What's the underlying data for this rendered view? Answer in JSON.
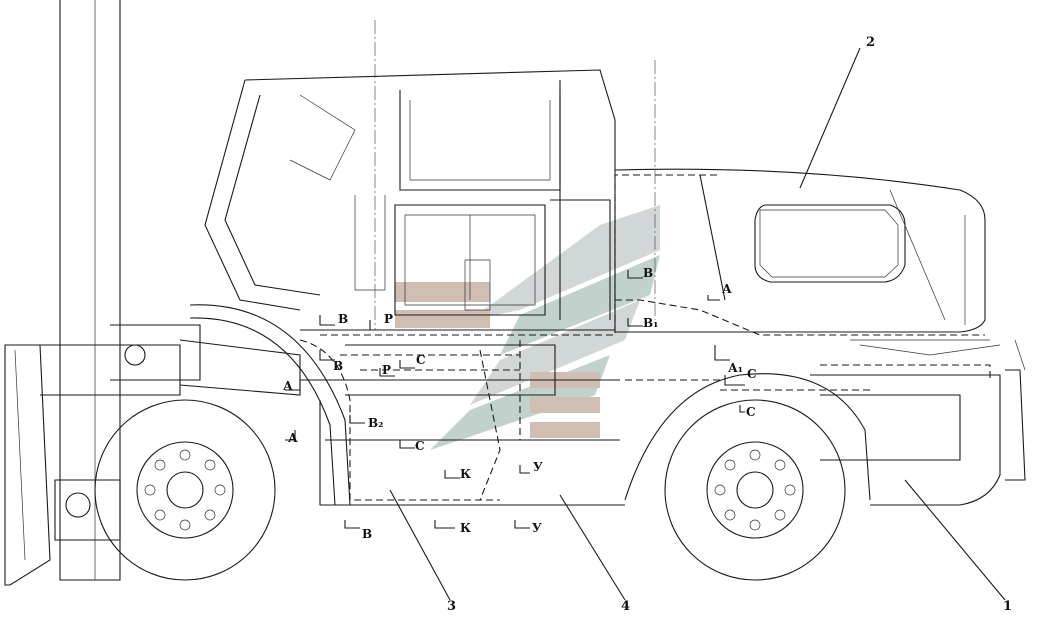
{
  "diagram": {
    "callouts": [
      {
        "id": "callout-1",
        "text": "1"
      },
      {
        "id": "callout-2",
        "text": "2"
      },
      {
        "id": "callout-3",
        "text": "3"
      },
      {
        "id": "callout-4",
        "text": "4"
      }
    ],
    "section_labels": [
      {
        "id": "sec-b-top",
        "text": "В"
      },
      {
        "id": "sec-p-top",
        "text": "Р"
      },
      {
        "id": "sec-b-mid",
        "text": "В"
      },
      {
        "id": "sec-c-mid",
        "text": "С"
      },
      {
        "id": "sec-p-mid",
        "text": "Р"
      },
      {
        "id": "sec-a-left",
        "text": "А"
      },
      {
        "id": "sec-a-left2",
        "text": "А"
      },
      {
        "id": "sec-b2",
        "text": "В₂"
      },
      {
        "id": "sec-c-low",
        "text": "С"
      },
      {
        "id": "sec-k-mid",
        "text": "К"
      },
      {
        "id": "sec-u-mid",
        "text": "У"
      },
      {
        "id": "sec-b-bot",
        "text": "В"
      },
      {
        "id": "sec-k-bot",
        "text": "К"
      },
      {
        "id": "sec-u-bot",
        "text": "У"
      },
      {
        "id": "sec-b-cab",
        "text": "В"
      },
      {
        "id": "sec-a-cab",
        "text": "А"
      },
      {
        "id": "sec-b1",
        "text": "В₁"
      },
      {
        "id": "sec-a1",
        "text": "А₁"
      },
      {
        "id": "sec-c-right",
        "text": "С"
      },
      {
        "id": "sec-c-right2",
        "text": "С"
      }
    ],
    "colors": {
      "line": "#1a1a1a",
      "watermark_gray": "#c9cfcf",
      "watermark_teal": "#a9c2bd",
      "watermark_brown": "#bfa89a"
    }
  }
}
